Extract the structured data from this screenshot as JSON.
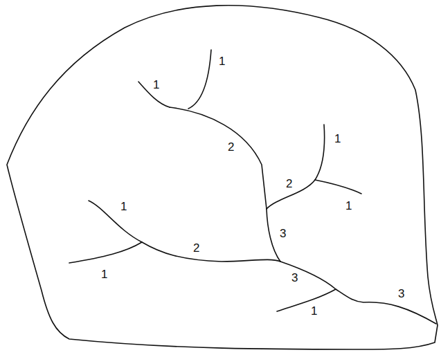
{
  "diagram": {
    "labels": [
      "1",
      "1",
      "1",
      "2",
      "2",
      "1",
      "1",
      "3",
      "2",
      "1",
      "3",
      "3",
      "1"
    ]
  }
}
